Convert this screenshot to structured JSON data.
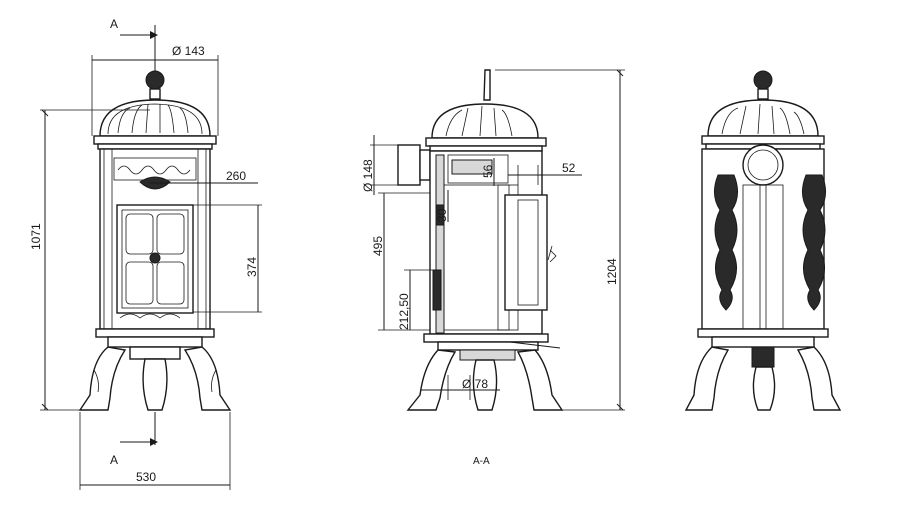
{
  "views": {
    "front": {
      "section_marker_top": "A",
      "section_marker_bottom": "A",
      "diameter_top": "Ø 143",
      "width_door": "260",
      "height_door": "374",
      "total_height": "1071",
      "base_width": "530"
    },
    "section": {
      "flue_diameter": "Ø 148",
      "dim_52": "52",
      "dim_56": "56",
      "dim_30": "30",
      "dim_495": "495",
      "dim_21250": "212,50",
      "leg_diameter": "Ø 78",
      "total_height": "1204",
      "caption": "A-A"
    }
  },
  "colors": {
    "line": "#1a1a1a",
    "background": "#ffffff"
  }
}
